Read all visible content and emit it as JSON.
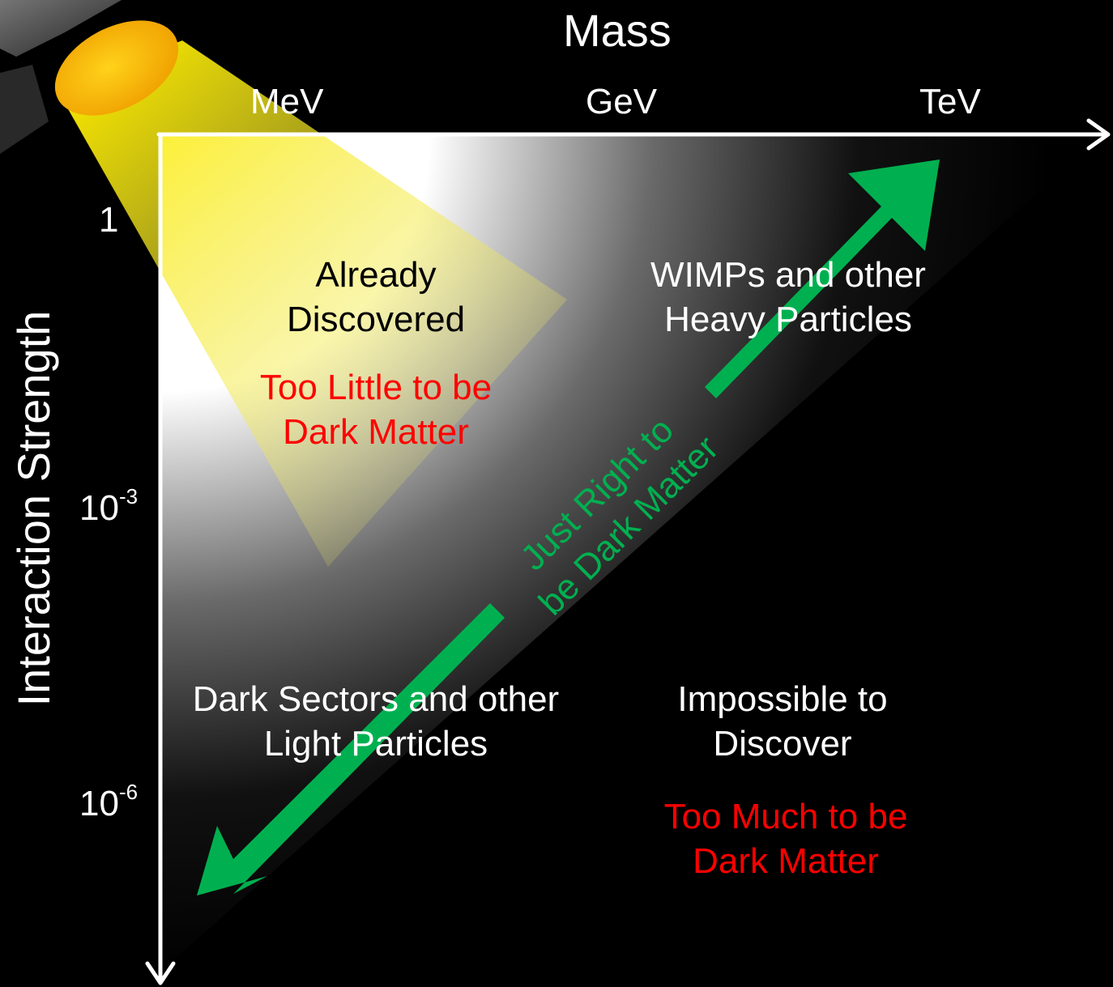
{
  "axes": {
    "x_title": "Mass",
    "y_title": "Interaction Strength",
    "x_ticks": [
      "MeV",
      "GeV",
      "TeV"
    ],
    "y_ticks": [
      {
        "base": "1",
        "exp": ""
      },
      {
        "base": "10",
        "exp": "-3"
      },
      {
        "base": "10",
        "exp": "-6"
      }
    ]
  },
  "regions": {
    "already_discovered": [
      "Already",
      "Discovered"
    ],
    "too_little": [
      "Too Little to be",
      "Dark Matter"
    ],
    "wimps": [
      "WIMPs and other",
      "Heavy Particles"
    ],
    "dark_sectors": [
      "Dark Sectors and other",
      "Light Particles"
    ],
    "impossible": [
      "Impossible to",
      "Discover"
    ],
    "too_much": [
      "Too Much to be",
      "Dark Matter"
    ]
  },
  "arrow_label": [
    "Just Right to",
    "be Dark Matter"
  ],
  "colors": {
    "background": "#000000",
    "axis": "#ffffff",
    "spotlight": "#ffee00",
    "arrow": "#00b050",
    "warning_text": "#ff0000"
  },
  "icons": {
    "spotlight": "spotlight-icon"
  }
}
